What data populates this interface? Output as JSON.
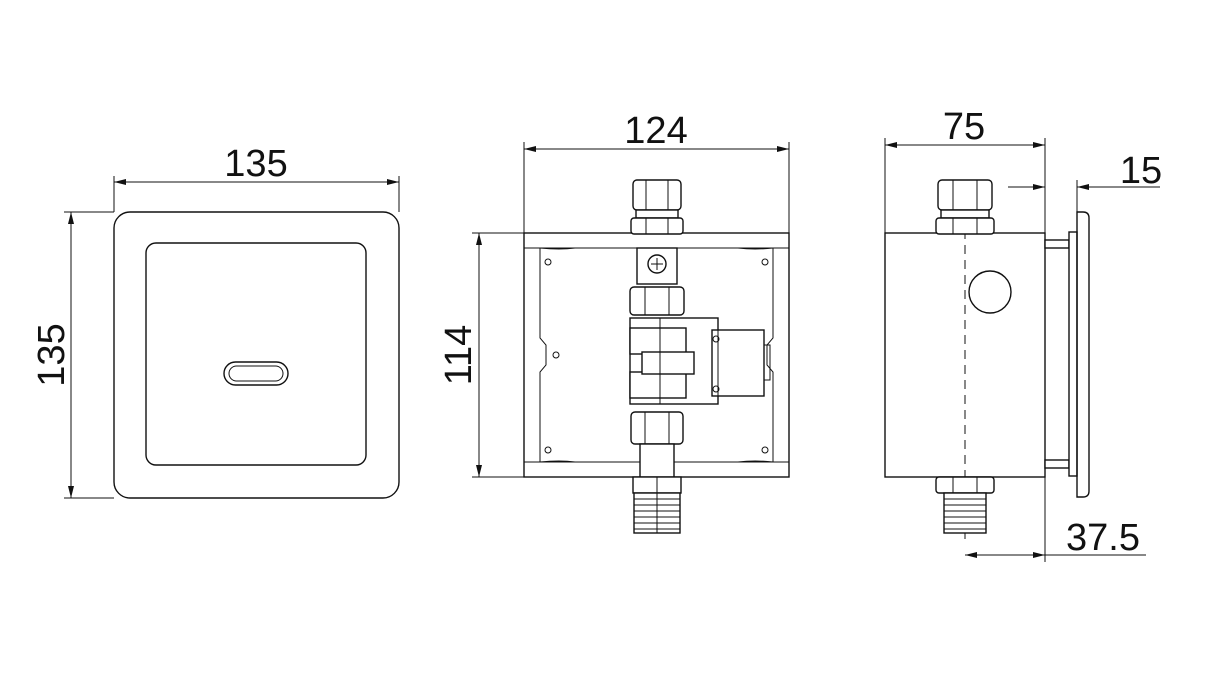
{
  "dimensions": {
    "front_width": "135",
    "front_height": "135",
    "box_width": "124",
    "box_height": "114",
    "side_width": "75",
    "plate_thickness": "15",
    "pipe_offset": "37.5"
  },
  "colors": {
    "line": "#111111",
    "background": "#ffffff",
    "fill_light": "#e6e6e6"
  }
}
